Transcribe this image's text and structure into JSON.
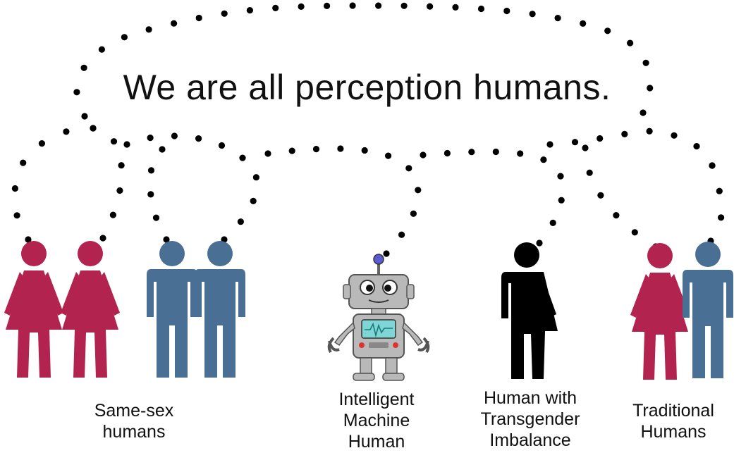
{
  "title": "We are all perception humans.",
  "colors": {
    "female": "#b3234f",
    "male": "#4a6f95",
    "trans": "#000000",
    "dots": "#000000",
    "robot_body": "#b9b9b9",
    "robot_screen": "#7fd6d6"
  },
  "groups": [
    {
      "id": "same-sex",
      "label_lines": [
        "Same-sex",
        "humans"
      ]
    },
    {
      "id": "machine",
      "label_lines": [
        "Intelligent",
        "Machine",
        "Human"
      ]
    },
    {
      "id": "transgender",
      "label_lines": [
        "Human with",
        "Transgender",
        "Imbalance"
      ]
    },
    {
      "id": "traditional",
      "label_lines": [
        "Traditional",
        "Humans"
      ]
    }
  ]
}
